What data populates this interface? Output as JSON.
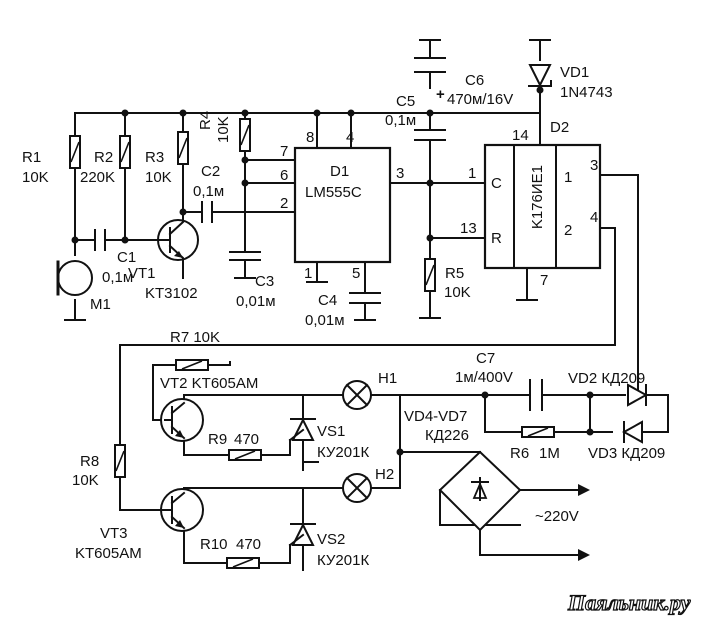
{
  "labels": {
    "r1": "R1",
    "r1v": "10K",
    "r2": "R2",
    "r2v": "220K",
    "r3": "R3",
    "r3v": "10K",
    "r4": "R4",
    "r4v": "10K",
    "c1": "C1",
    "c1v": "0,1м",
    "c2": "C2",
    "c2v": "0,1м",
    "c3": "C3",
    "c3v": "0,01м",
    "c4": "C4",
    "c4v": "0,01м",
    "c5": "C5",
    "c5v": "0,1м",
    "c6": "C6",
    "c6v": "470м/16V",
    "c6plus": "+",
    "c7": "C7",
    "c7v": "1м/400V",
    "m1": "M1",
    "vt1": "VT1",
    "vt1v": "KT3102",
    "d1": "D1",
    "d1v": "LM555C",
    "d2": "D2",
    "d2v": "K176ИЕ1",
    "d2c": "C",
    "d2r": "R",
    "d2o1": "1",
    "d2o2": "2",
    "vd1": "VD1",
    "vd1v": "1N4743",
    "r5": "R5",
    "r5v": "10K",
    "r6": "R6",
    "r6v": "1M",
    "r7": "R7 10K",
    "r8": "R8",
    "r8v": "10K",
    "r9": "R9",
    "r9v": "470",
    "r10": "R10",
    "r10v": "470",
    "vt2": "VT2 KT605AM",
    "vt3": "VT3",
    "vt3v": "KT605AM",
    "vs1": "VS1",
    "vs1v": "КУ201К",
    "vs2": "VS2",
    "vs2v": "КУ201К",
    "h1": "H1",
    "h2": "H2",
    "vd2": "VD2 КД209",
    "vd3": "VD3 КД209",
    "vd47": "VD4-VD7",
    "vd47v": "КД226",
    "mains": "~220V",
    "pin8": "8",
    "pin4": "4",
    "pin7": "7",
    "pin6": "6",
    "pin2": "2",
    "pin3": "3",
    "pin1": "1",
    "pin5": "5",
    "d2pin1": "1",
    "d2pin13": "13",
    "d2pin14": "14",
    "d2pin7": "7",
    "d2pin3": "3",
    "d2pin4": "4"
  },
  "watermark": "Паяльник.ру"
}
